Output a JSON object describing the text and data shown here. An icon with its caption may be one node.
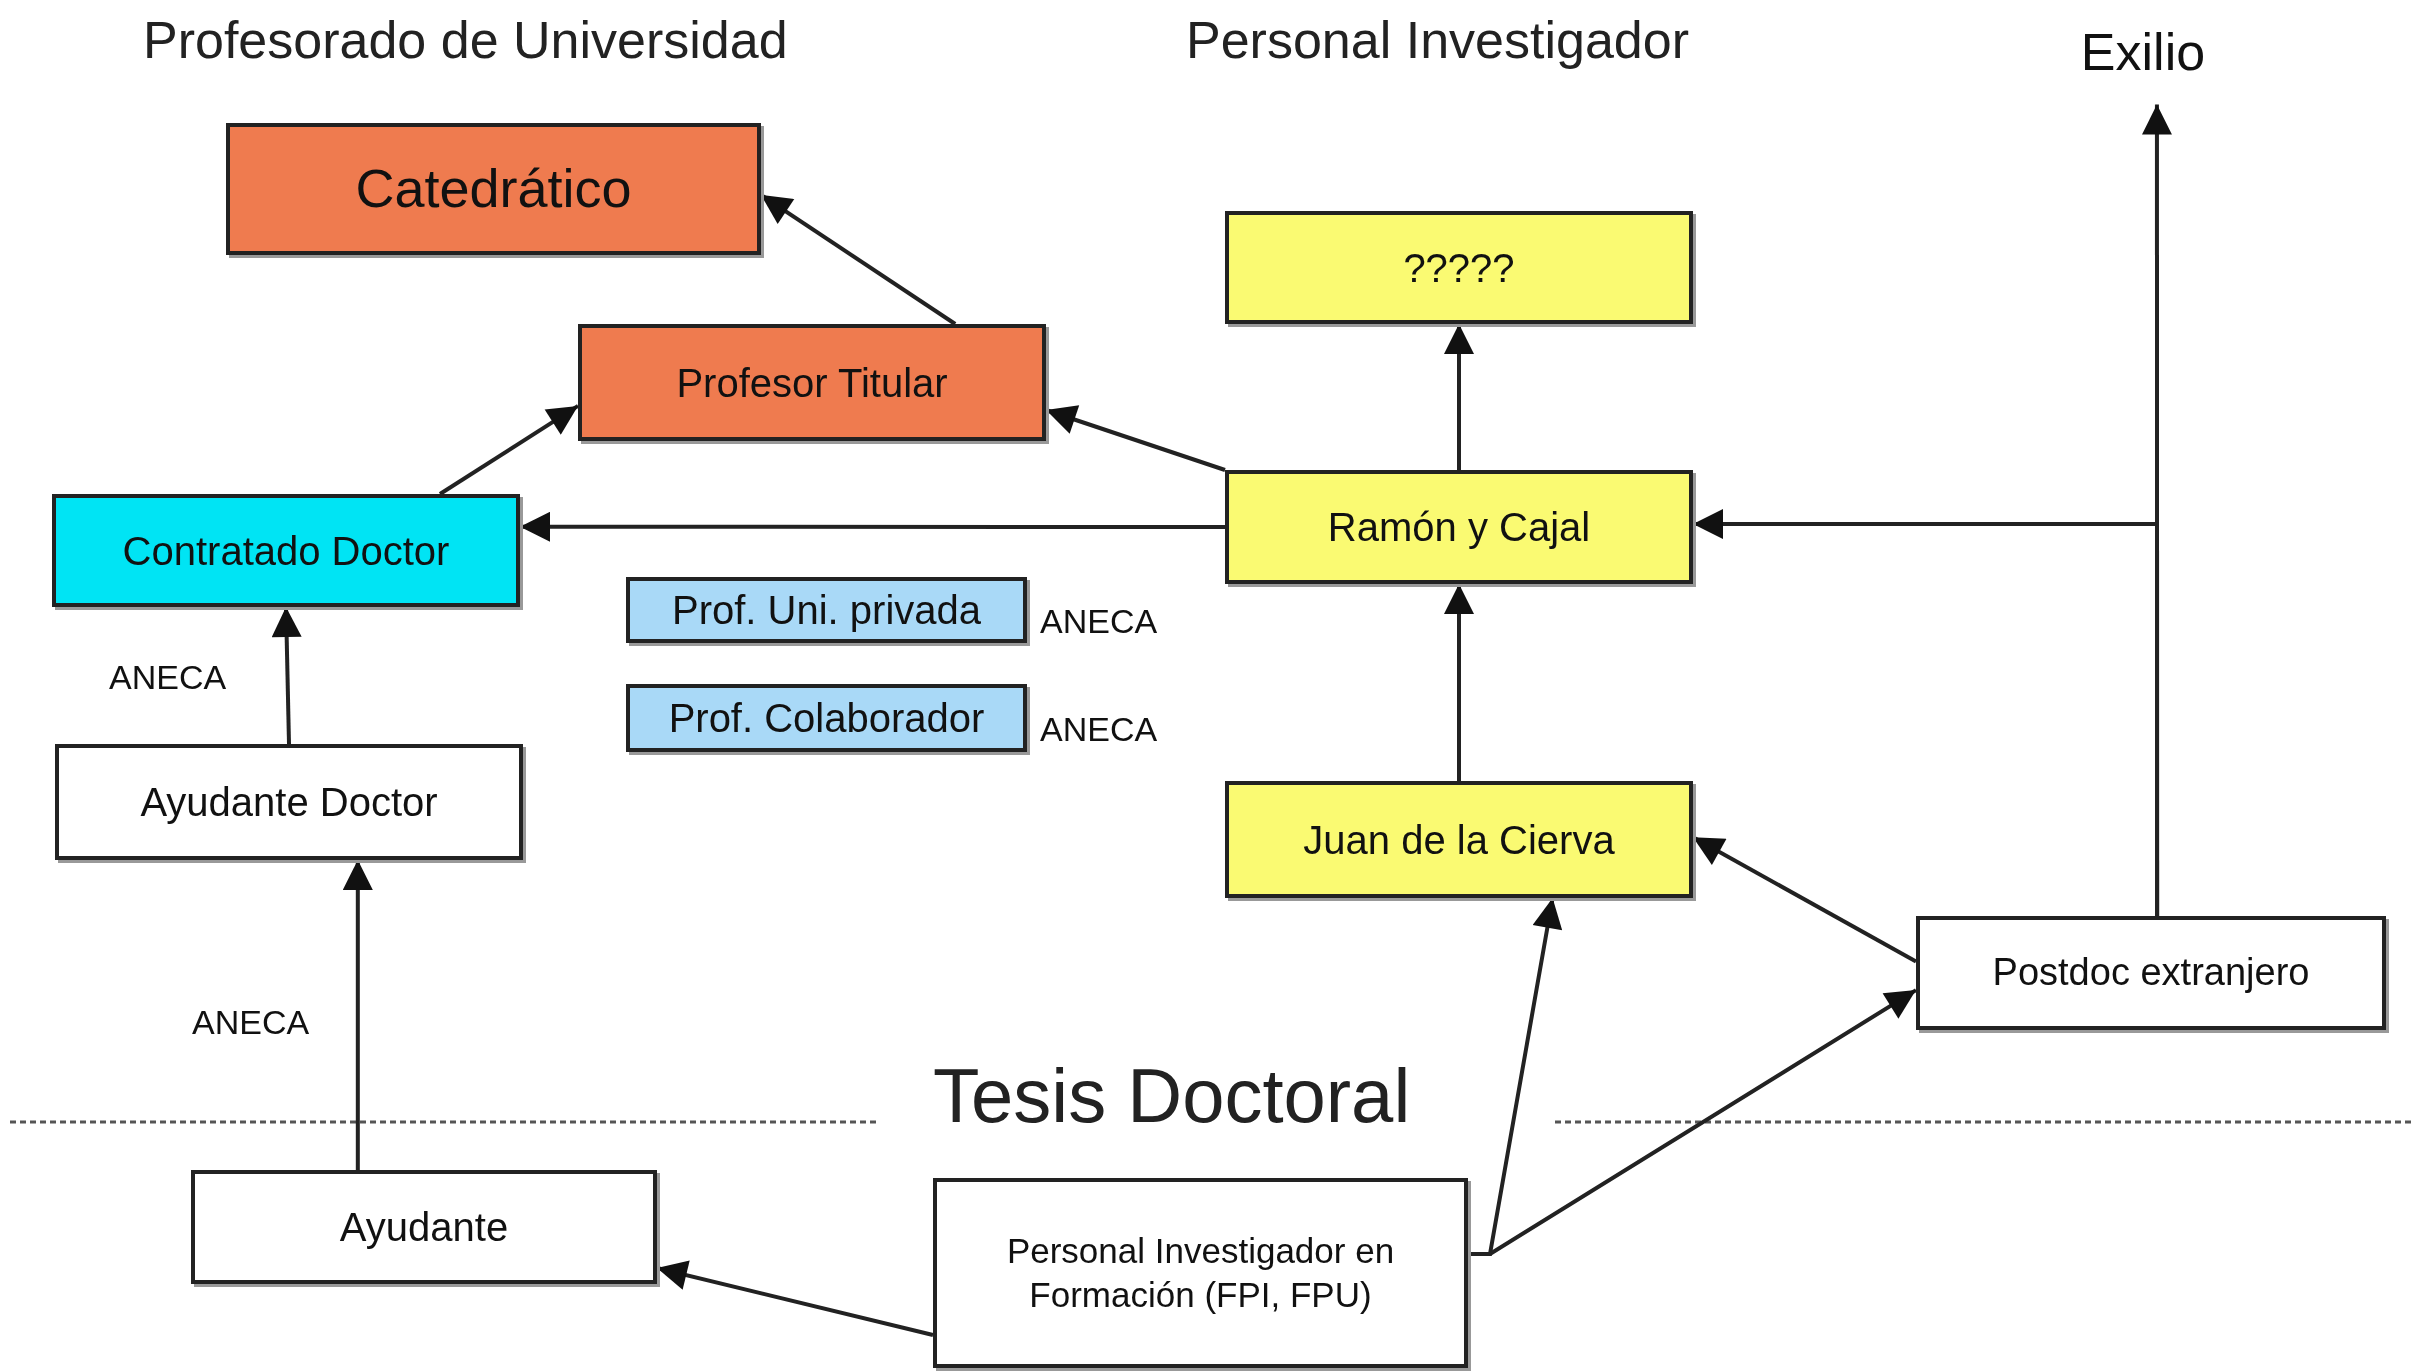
{
  "diagram": {
    "nodes": [
      {
        "text": [
          "Catedrático"
        ]
      },
      {
        "text": [
          "Profesor Titular"
        ]
      },
      {
        "text": [
          "Contratado Doctor"
        ]
      },
      {
        "text": [
          "Prof. Uni. privada"
        ],
        "beside": [
          "ANECA"
        ]
      },
      {
        "text": [
          "Prof. Colaborador"
        ],
        "beside": [
          "ANECA"
        ]
      },
      {
        "text": [
          "Ayudante Doctor"
        ]
      },
      {
        "text": [
          "Ayudante"
        ]
      },
      {
        "text": [
          "?????"
        ]
      },
      {
        "text": [
          "Ramón y Cajal"
        ]
      },
      {
        "text": [
          "Juan de la Cierva"
        ]
      },
      {
        "text": [
          "Postdoc extranjero"
        ]
      },
      {
        "text": [
          "Personal Investigador en Formación (FPI, FPU)"
        ]
      },
      {
        "text": [
          "Exilio"
        ]
      }
    ],
    "edges": [
      {
        "from": 1,
        "to": 0,
        "arrow": "to"
      },
      {
        "from": 2,
        "to": 1,
        "arrow": "to"
      },
      {
        "from": 8,
        "to": 1,
        "arrow": "to"
      },
      {
        "from": 8,
        "to": 2,
        "arrow": "to"
      },
      {
        "from": 5,
        "to": 2,
        "arrow": "to",
        "label": "ANECA"
      },
      {
        "from": 6,
        "to": 5,
        "arrow": "to",
        "label": "ANECA"
      },
      {
        "from": 11,
        "to": 6,
        "arrow": "to"
      },
      {
        "from": 8,
        "to": 7,
        "arrow": "to"
      },
      {
        "from": 9,
        "to": 8,
        "arrow": "to"
      },
      {
        "from": 10,
        "to": 9,
        "arrow": "to"
      },
      {
        "from": 11,
        "to": 9,
        "arrow": "to"
      },
      {
        "from": 11,
        "to": 10,
        "arrow": "to"
      },
      {
        "from": 10,
        "to": 12,
        "arrow": "to"
      },
      {
        "from": 10,
        "to": 8,
        "arrow": "to"
      }
    ],
    "labels": [
      "Profesorado de Universidad",
      "Personal Investigador",
      "Tesis Doctoral"
    ]
  }
}
